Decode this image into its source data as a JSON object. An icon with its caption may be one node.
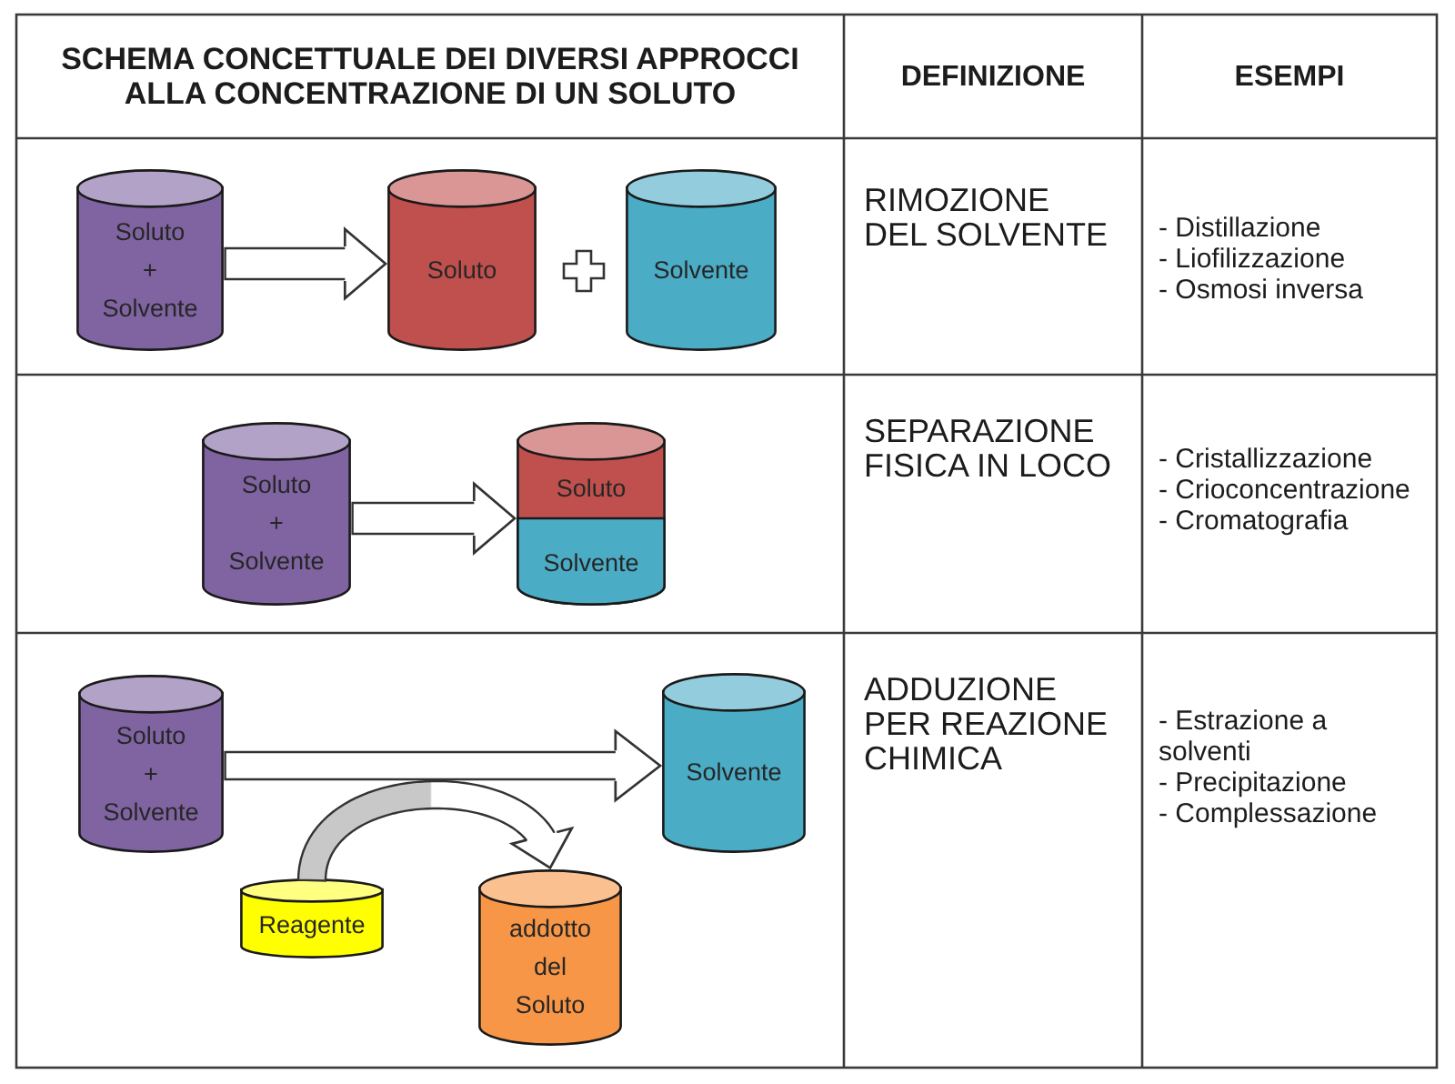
{
  "diagram": {
    "nodes": [
      {
        "text": [
          "Soluto + Solvente"
        ]
      },
      {
        "text": [
          "Soluto"
        ]
      },
      {
        "text": [
          "Solvente"
        ]
      },
      {
        "text": [
          "Soluto + Solvente"
        ]
      },
      {
        "text": [
          "Soluto",
          "Solvente"
        ]
      },
      {
        "text": [
          "Soluto + Solvente"
        ]
      },
      {
        "text": [
          "Solvente"
        ]
      },
      {
        "text": [
          "Reagente"
        ]
      },
      {
        "text": [
          "addotto del Soluto"
        ]
      }
    ],
    "edges": [
      {
        "from": 0,
        "to": 1,
        "arrow": "to"
      },
      {
        "from": 3,
        "to": 4,
        "arrow": "to"
      },
      {
        "from": 5,
        "to": 6,
        "arrow": "to"
      },
      {
        "from": 7,
        "to": 8,
        "arrow": "to"
      }
    ],
    "labels": [
      "SCHEMA CONCETTUALE DEI DIVERSI APPROCCI ALLA CONCENTRAZIONE DI UN SOLUTO",
      "DEFINIZIONE",
      "ESEMPI",
      "RIMOZIONE DEL SOLVENTE",
      "- Distillazione",
      "- Liofilizzazione",
      "- Osmosi inversa",
      "SEPARAZIONE FISICA IN LOCO",
      "- Cristallizzazione",
      "- Crioconcentrazione",
      "- Cromatografia",
      "ADDUZIONE PER REAZIONE CHIMICA",
      "- Estrazione a solventi",
      "- Precipitazione",
      "- Complessazione"
    ]
  }
}
